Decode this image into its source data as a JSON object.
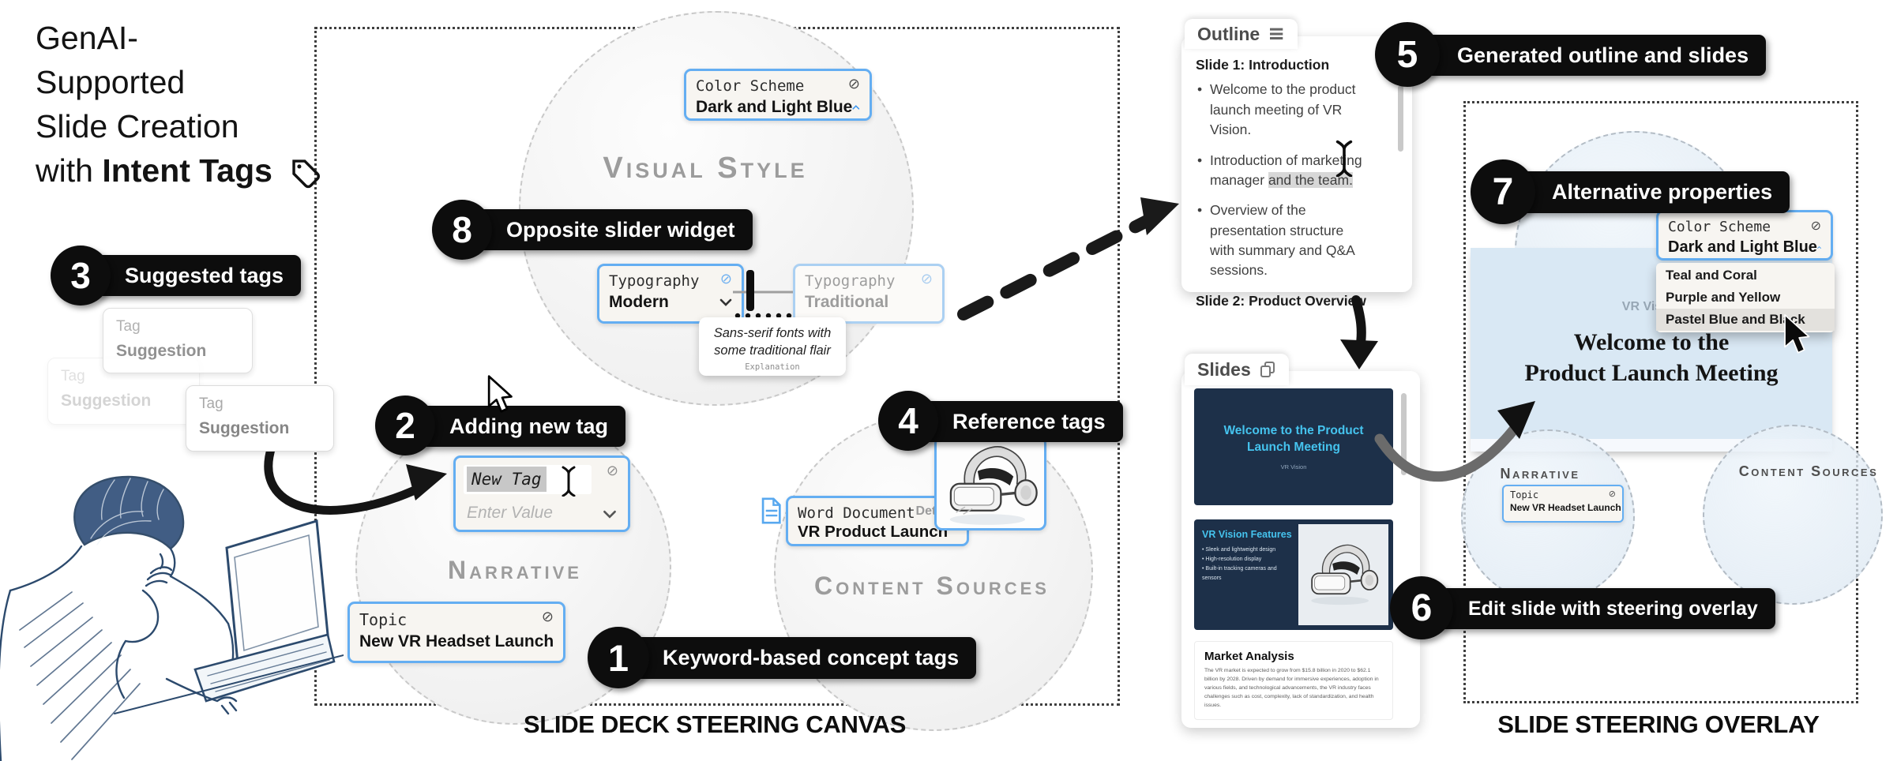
{
  "title": {
    "line1": "GenAI-",
    "line2": "Supported",
    "line3": "Slide Creation",
    "line4_regular": "with",
    "line4_bold": "Intent Tags"
  },
  "icons": {
    "ban": "⊘",
    "hamburger": "≡"
  },
  "captions": {
    "canvas": "SLIDE DECK STEERING CANVAS",
    "overlay": "SLIDE STEERING OVERLAY"
  },
  "steps": [
    {
      "num": "1",
      "label": "Keyword-based concept tags"
    },
    {
      "num": "2",
      "label": "Adding new tag"
    },
    {
      "num": "3",
      "label": "Suggested tags"
    },
    {
      "num": "4",
      "label": "Reference tags"
    },
    {
      "num": "5",
      "label": "Generated outline and slides"
    },
    {
      "num": "6",
      "label": "Edit slide with steering overlay"
    },
    {
      "num": "7",
      "label": "Alternative properties"
    },
    {
      "num": "8",
      "label": "Opposite slider widget"
    }
  ],
  "canvas": {
    "zones": {
      "visual_style": "Visual Style",
      "narrative": "Narrative",
      "content_sources": "Content Sources"
    },
    "color_scheme_tag": {
      "label": "Color Scheme",
      "value": "Dark and Light Blue"
    },
    "typography_left": {
      "label": "Typography",
      "value": "Modern"
    },
    "typography_right": {
      "label": "Typography",
      "value": "Traditional"
    },
    "explanation": {
      "line1": "Sans-serif fonts with",
      "line2": "some traditional flair",
      "caption": "Explanation"
    },
    "new_tag": {
      "label": "New Tag",
      "placeholder": "Enter Value"
    },
    "suggestion_tag": {
      "label": "Tag",
      "value": "Suggestion"
    },
    "word_document_tag": {
      "label": "Word Document",
      "value": "VR Product Launch",
      "details": "Details"
    },
    "topic_tag": {
      "label": "Topic",
      "value": "New VR Headset Launch"
    }
  },
  "outline_panel": {
    "tab": "Outline",
    "slide1_heading": "Slide 1: Introduction",
    "bullet1": "Welcome to the product launch meeting of VR Vision.",
    "bullet2_pre": "Introduction of marketing manager ",
    "bullet2_highlight": "and the team.",
    "bullet3": "Overview of the presentation structure with summary and Q&A sessions.",
    "slide2_heading": "Slide 2: Product Overview"
  },
  "slides_panel": {
    "tab": "Slides",
    "slide1": {
      "title": "Welcome to the Product Launch Meeting",
      "subtitle": "VR Vision"
    },
    "slide2": {
      "title": "VR Vision Features",
      "bullets": [
        "Sleek and lightweight design",
        "High-resolution display",
        "Built-in tracking cameras and sensors"
      ]
    },
    "slide3": {
      "title": "Market Analysis",
      "body": "The VR market is expected to grow from $15.8 billion in 2020 to $62.1 billion by 2028. Driven by demand for immersive experiences, adoption in various fields, and technological advancements, the VR industry faces challenges such as cost, complexity, lack of standardization, and health issues."
    }
  },
  "overlay": {
    "zones": {
      "narrative": "Narrative",
      "content_sources": "Content Sources"
    },
    "slide": {
      "label": "VR Vision",
      "title_line1": "Welcome to the",
      "title_line2": "Product Launch Meeting"
    },
    "dropdown": {
      "label": "Color Scheme",
      "value": "Dark and Light Blue",
      "options": [
        "Teal and Coral",
        "Purple and Yellow",
        "Pastel Blue and Black"
      ],
      "highlighted_option": "Pastel Blue and Black"
    },
    "topic_tag": {
      "label": "Topic",
      "value": "New VR Headset Launch"
    }
  },
  "colors": {
    "accent_blue": "#64aef2",
    "slide_navy": "#1d3049",
    "slide_cyan": "#45c3ee",
    "overlay_slide_bg": "#d9e8f4",
    "pill_black": "#0d0d0d"
  }
}
